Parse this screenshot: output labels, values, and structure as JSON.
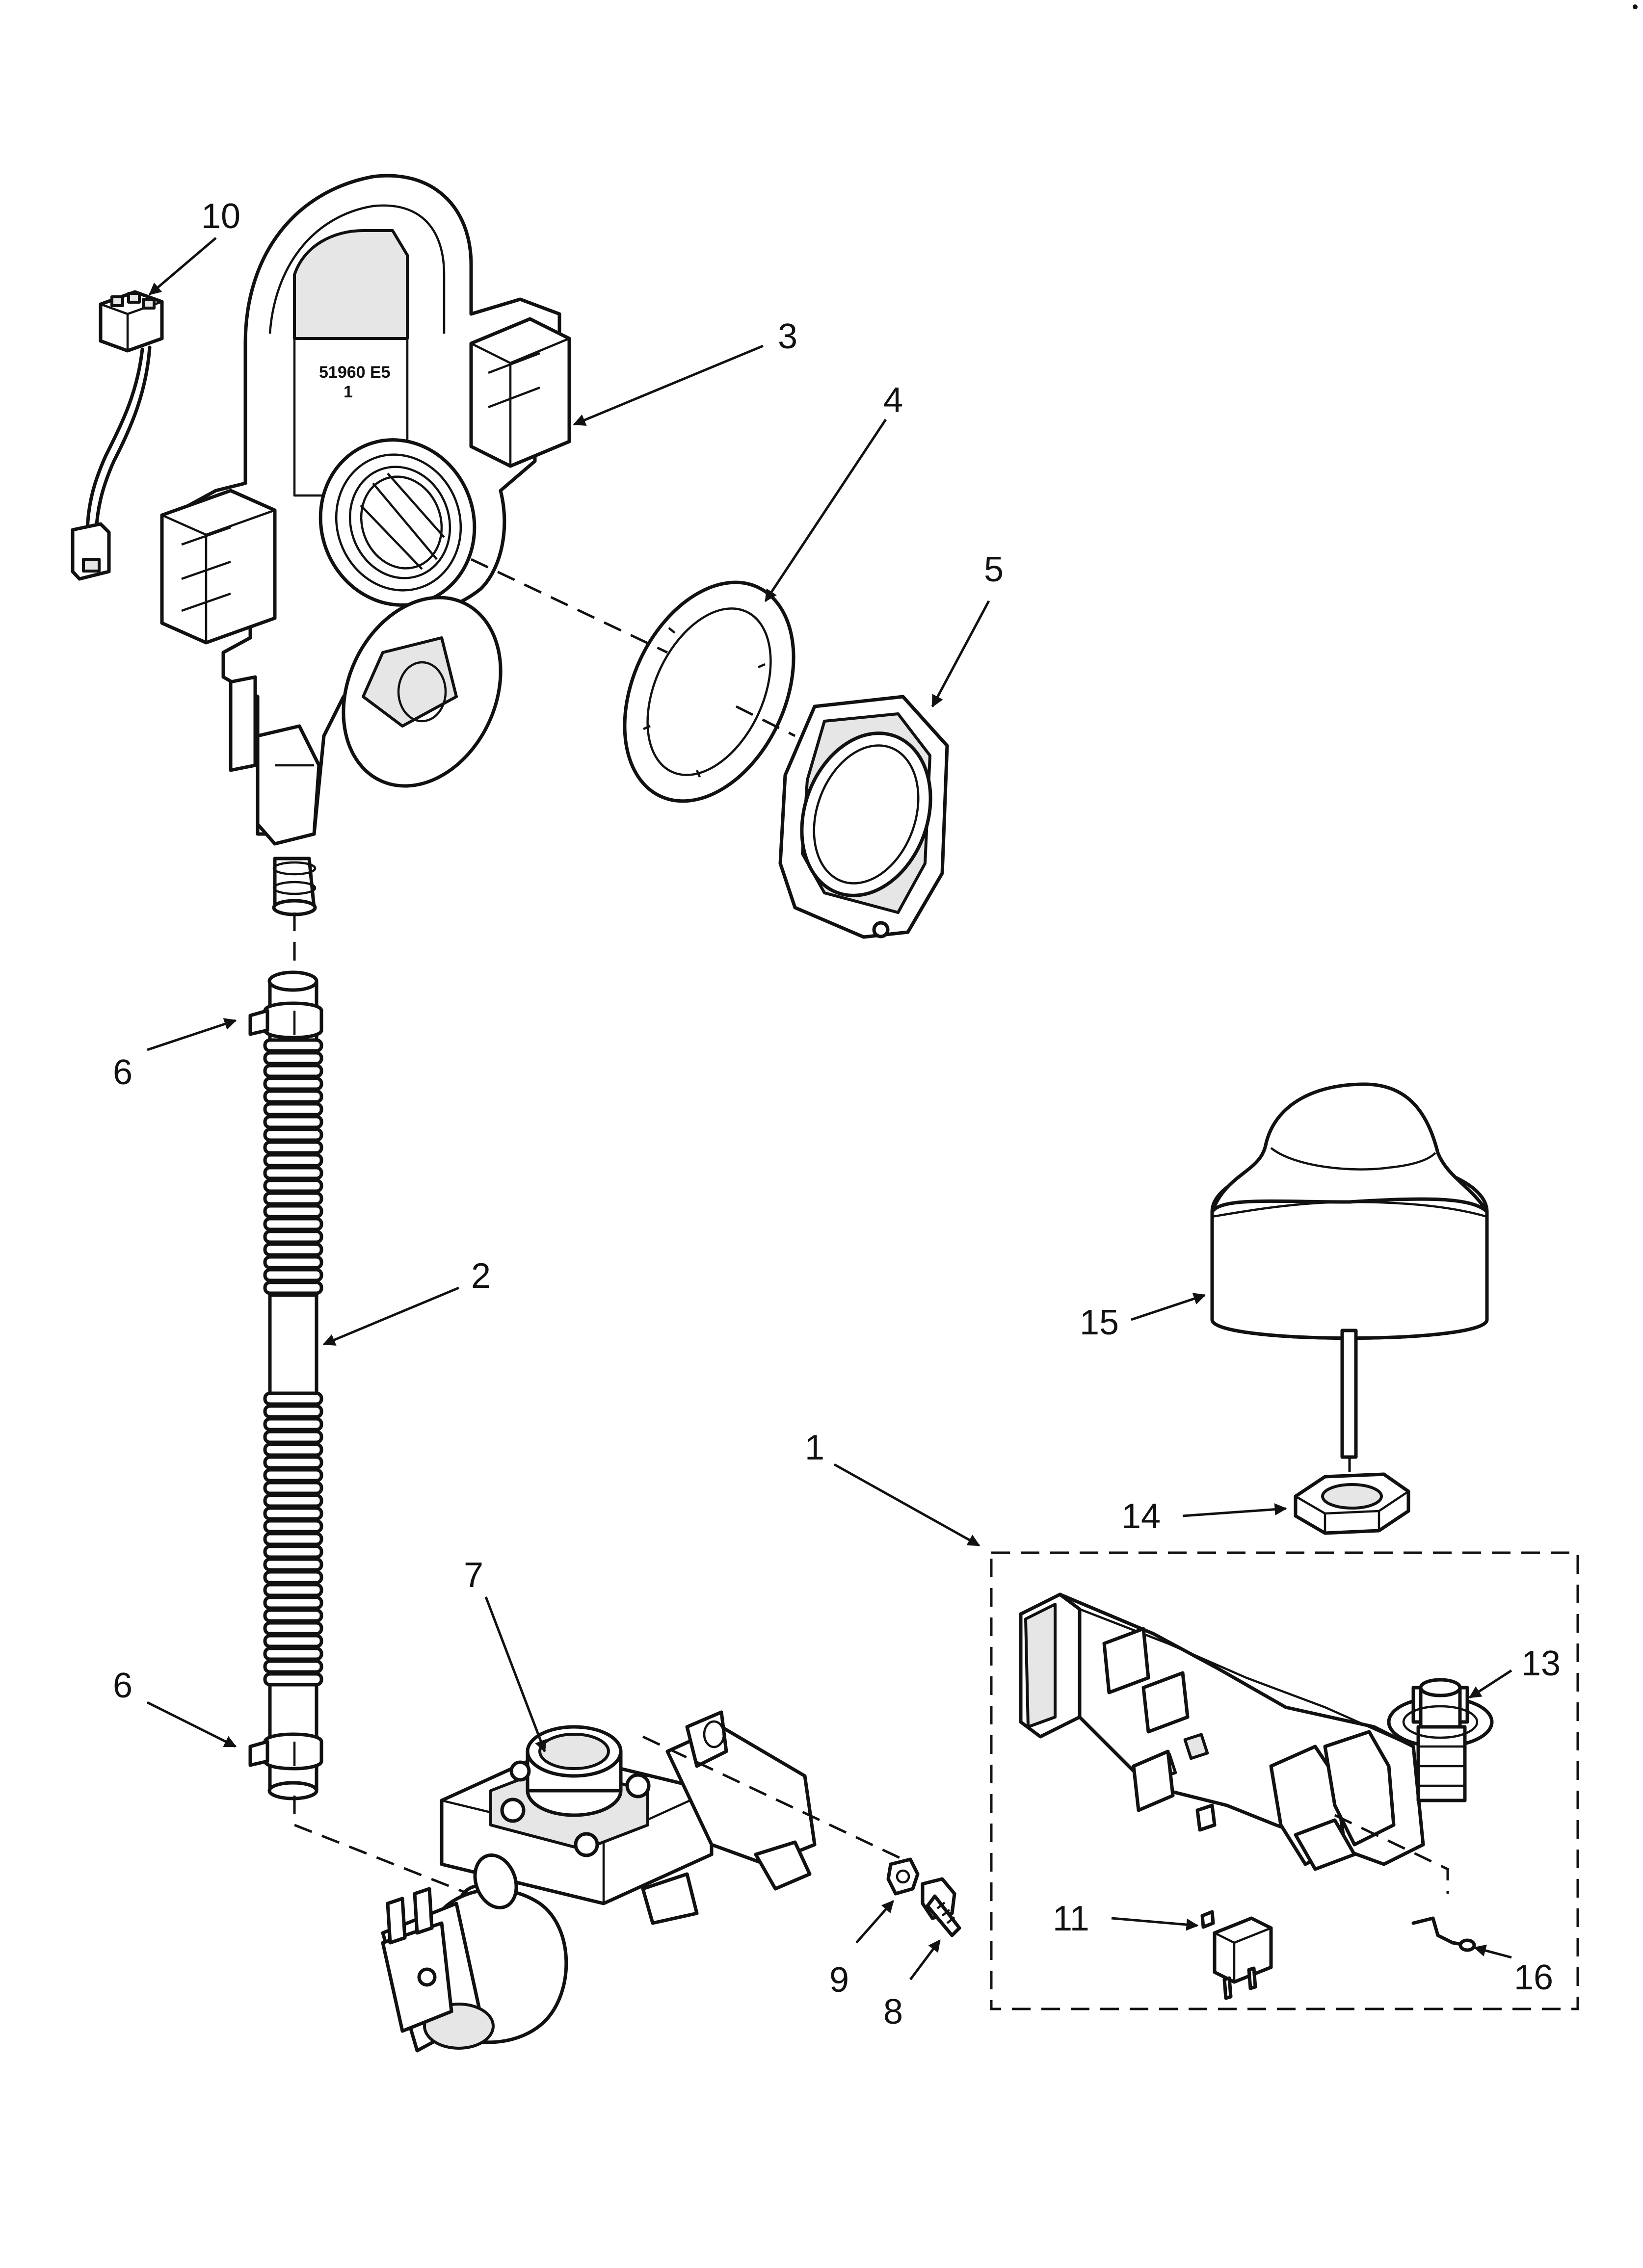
{
  "part_labels": {
    "p1": "1",
    "p2": "2",
    "p3": "3",
    "p4": "4",
    "p5": "5",
    "p6a": "6",
    "p6b": "6",
    "p7": "7",
    "p8": "8",
    "p9": "9",
    "p10": "10",
    "p11": "11",
    "p13": "13",
    "p14": "14",
    "p15": "15",
    "p16": "16"
  },
  "part_markings": {
    "housing_code": "51960 E5",
    "housing_code_sub": "1"
  }
}
